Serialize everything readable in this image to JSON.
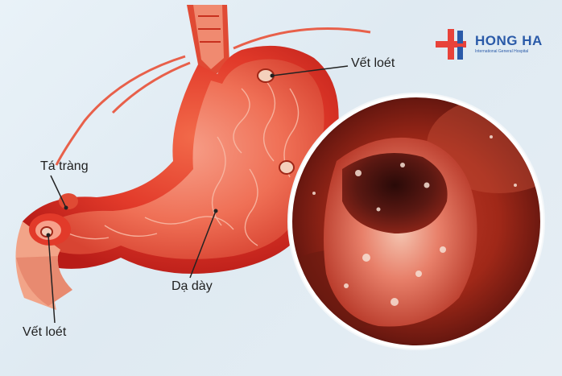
{
  "labels": {
    "ulcer_top": "Vết loét",
    "duodenum": "Tá tràng",
    "stomach": "Dạ dày",
    "ulcer_bottom": "Vết loét"
  },
  "logo": {
    "name": "HONG HA",
    "tagline": "International General Hospital",
    "colors": {
      "red": "#e8423a",
      "blue": "#2a5aa8"
    }
  },
  "colors": {
    "stomach_red": "#e23a2a",
    "stomach_pink": "#f48c74",
    "endoscopy_dark": "#5a1818",
    "background": "#e6eef4"
  }
}
